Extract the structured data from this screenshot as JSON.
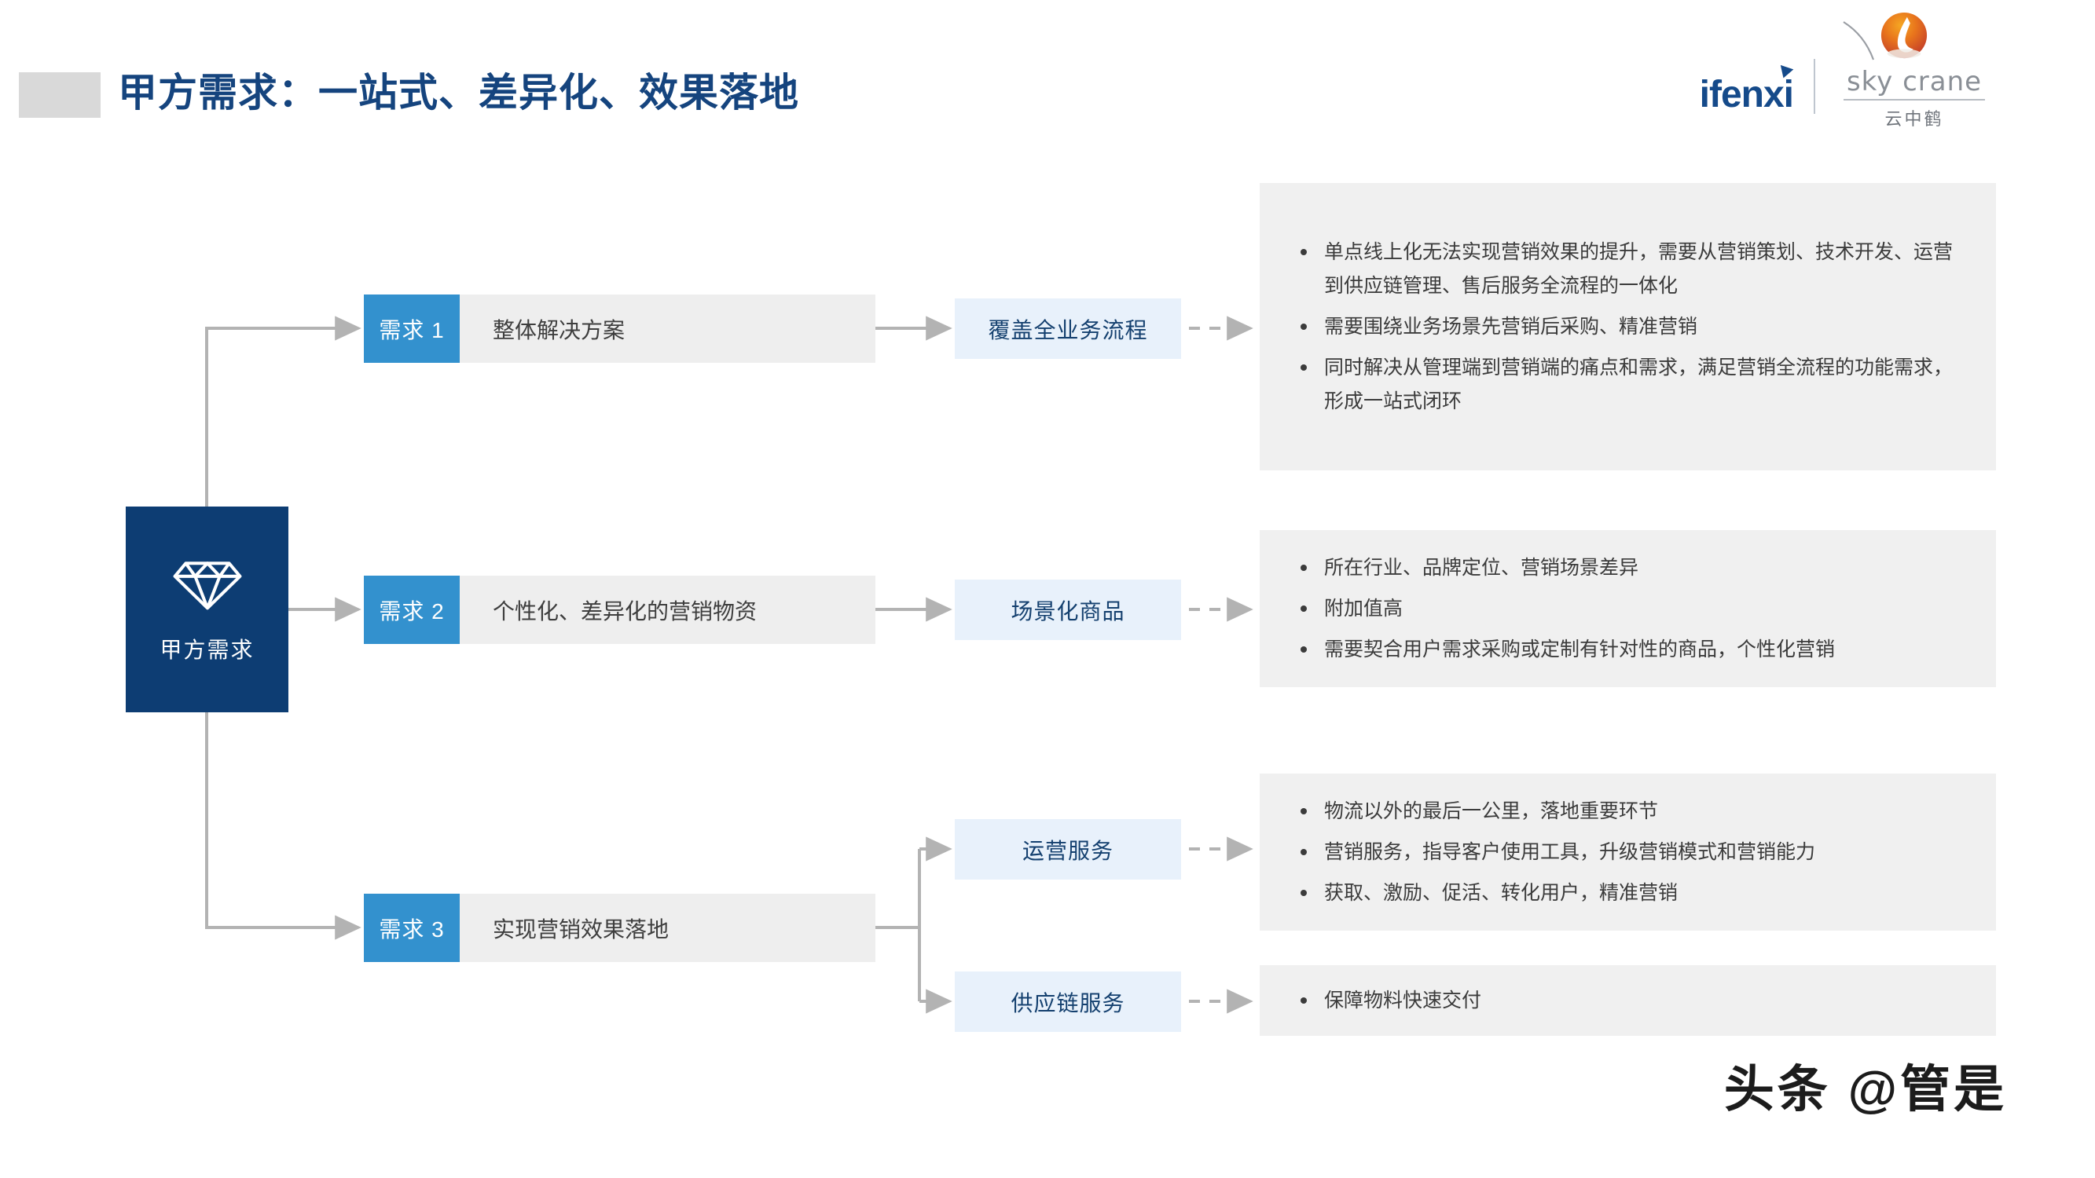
{
  "header": {
    "title": "甲方需求：一站式、差异化、效果落地",
    "accent_color": "#d9d9d9",
    "title_color": "#15447e"
  },
  "logos": {
    "ifenxi": "ifenxi",
    "skycrane_en": "sky crane",
    "skycrane_cn": "云中鹤"
  },
  "root": {
    "label": "甲方需求",
    "icon": "diamond-icon",
    "color": "#0d3d73"
  },
  "colors": {
    "tag_blue": "#3391ce",
    "desc_gray": "#eeeeee",
    "out_light_blue": "#e8f1fb",
    "detail_gray": "#f0f0f0",
    "connector_gray": "#b3b3b3",
    "navy": "#14406f"
  },
  "rows": [
    {
      "tag": "需求 1",
      "desc": "整体解决方案",
      "outputs": [
        {
          "label": "覆盖全业务流程",
          "bullets": [
            "单点线上化无法实现营销效果的提升，需要从营销策划、技术开发、运营到供应链管理、售后服务全流程的一体化",
            "需要围绕业务场景先营销后采购、精准营销",
            "同时解决从管理端到营销端的痛点和需求，满足营销全流程的功能需求，形成一站式闭环"
          ]
        }
      ]
    },
    {
      "tag": "需求 2",
      "desc": "个性化、差异化的营销物资",
      "outputs": [
        {
          "label": "场景化商品",
          "bullets": [
            "所在行业、品牌定位、营销场景差异",
            "附加值高",
            "需要契合用户需求采购或定制有针对性的商品，个性化营销"
          ]
        }
      ]
    },
    {
      "tag": "需求 3",
      "desc": "实现营销效果落地",
      "outputs": [
        {
          "label": "运营服务",
          "bullets": [
            "物流以外的最后一公里，落地重要环节",
            "营销服务，指导客户使用工具，升级营销模式和营销能力",
            "获取、激励、促活、转化用户，精准营销"
          ]
        },
        {
          "label": "供应链服务",
          "bullets": [
            "保障物料快速交付"
          ]
        }
      ]
    }
  ],
  "watermark": "头条 @管是"
}
